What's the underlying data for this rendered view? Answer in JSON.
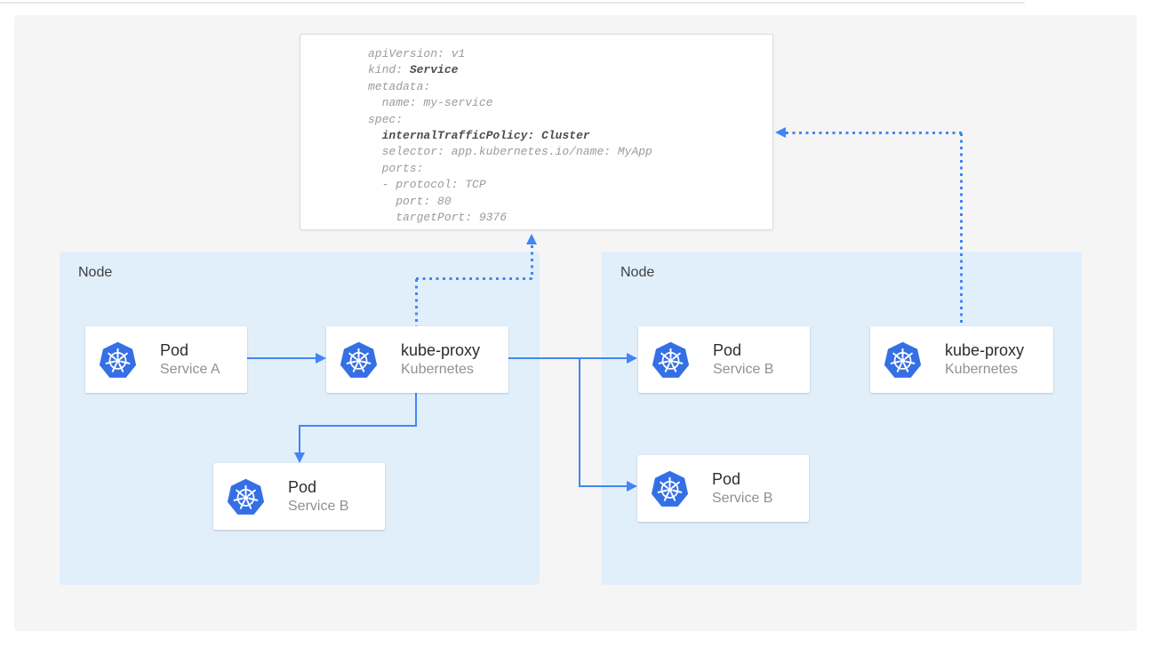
{
  "colors": {
    "arrow": "#4285f4",
    "node-bg": "#e1effb",
    "panel-bg": "#f5f5f6",
    "k8s": "#356fe5",
    "yaml-normal": "#9b9b9b",
    "yaml-bold": "#4d4d4d"
  },
  "icons": {
    "kubernetes": "kubernetes-helm-icon"
  },
  "yaml_card": {
    "lines": [
      {
        "pre": "apiVersion: v1"
      },
      {
        "pre": "kind: ",
        "bold": "Service"
      },
      {
        "pre": "metadata:"
      },
      {
        "pre": "  name: my-service"
      },
      {
        "pre": "spec:"
      },
      {
        "pre": "  ",
        "bold": "internalTrafficPolicy:",
        "mid": " ",
        "bold2": "Cluster"
      },
      {
        "pre": "  selector: app.kubernetes.io/name: MyApp"
      },
      {
        "pre": "  ports:"
      },
      {
        "pre": "  - protocol: TCP"
      },
      {
        "pre": "    port: 80"
      },
      {
        "pre": "    targetPort: 9376"
      }
    ]
  },
  "nodes": [
    {
      "label": "Node",
      "cards": [
        {
          "title": "Pod",
          "subtitle": "Service A"
        },
        {
          "title": "kube-proxy",
          "subtitle": "Kubernetes"
        },
        {
          "title": "Pod",
          "subtitle": "Service B"
        }
      ]
    },
    {
      "label": "Node",
      "cards": [
        {
          "title": "Pod",
          "subtitle": "Service B"
        },
        {
          "title": "Pod",
          "subtitle": "Service B"
        },
        {
          "title": "kube-proxy",
          "subtitle": "Kubernetes"
        }
      ]
    }
  ]
}
